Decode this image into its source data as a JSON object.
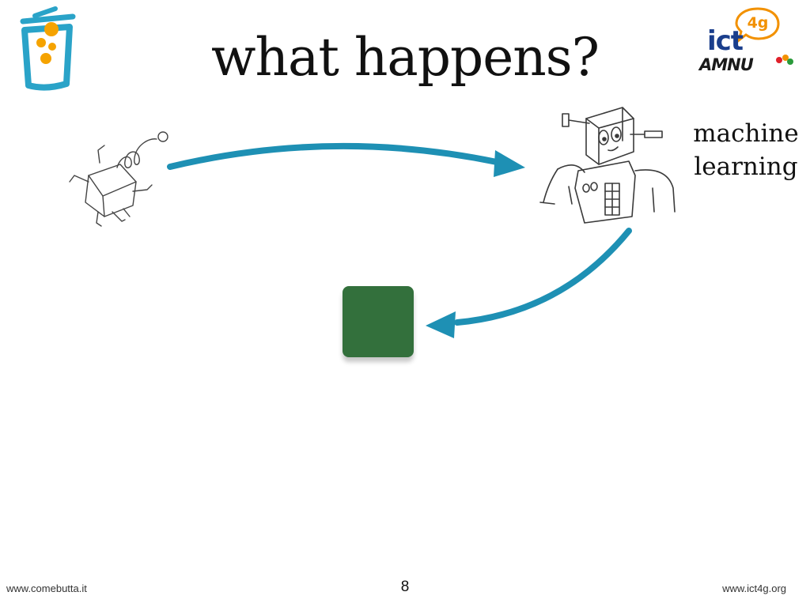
{
  "slide": {
    "title": "what happens?",
    "label": "machine\nlearning",
    "page_number": "8",
    "footer_left": "www.comebutta.it",
    "footer_right": "www.ict4g.org"
  },
  "logos": {
    "right_badge": "4g",
    "right_text": "ict",
    "right_word": "AMNU"
  },
  "icons": [
    "trash-bin-logo",
    "ict4g-logo",
    "running-box-sketch",
    "robot-sketch",
    "curved-arrow"
  ],
  "colors": {
    "arrow": "#1e90b4",
    "trash": "#2aa3c8",
    "orange": "#f5a300",
    "green_box": "#33703c",
    "ict_blue": "#1a3e8c",
    "badge_orange": "#f29100"
  }
}
